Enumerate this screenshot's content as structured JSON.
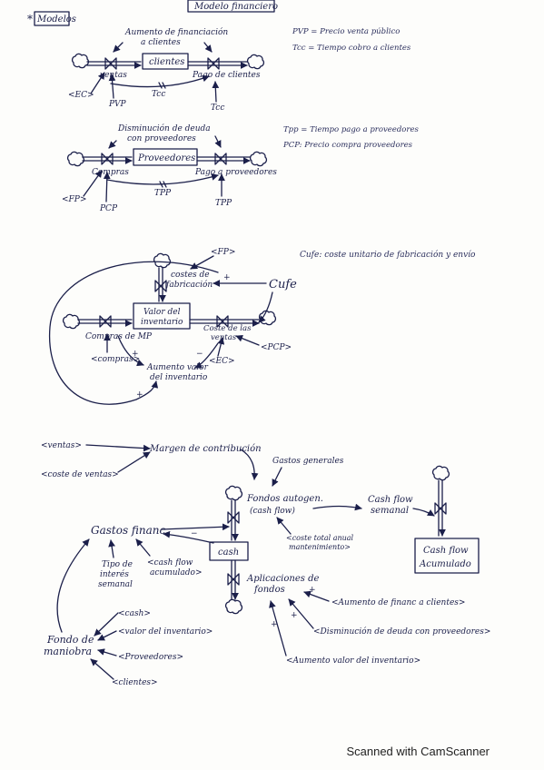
{
  "title": "Modelo financiero",
  "section_label": "Modelos",
  "section_marker": "*",
  "notes": {
    "pvp": "PVP = Precio venta público",
    "tcc": "Tcc = Tiempo cobro a clientes",
    "tpp": "Tpp = Tiempo pago a proveedores",
    "pcp": "PCP: Precio compra proveedores",
    "cufe": "Cufe: coste unitario de fabricación y envío"
  },
  "sec1": {
    "stock": "clientes",
    "inflow": "ventas",
    "outflow": "Pago de clientes",
    "top": [
      "Aumento de financiación",
      "a clientes"
    ],
    "delay": "Tcc",
    "in_ec": "<EC>",
    "in_pvp": "PVP",
    "in_tcc": "Tcc"
  },
  "sec2": {
    "stock": "Proveedores",
    "inflow": "Compras",
    "outflow": "Pago a proveedores",
    "top": [
      "Disminución de deuda",
      "con proveedores"
    ],
    "delay": "TPP",
    "in_fp": "<FP>",
    "in_pcp": "PCP",
    "in_tpp": "TPP"
  },
  "sec3": {
    "stock": [
      "Valor del",
      "inventario"
    ],
    "inflow": "Compras de MP",
    "outflow": [
      "Coste de las",
      "ventas"
    ],
    "top_flow": [
      "costes de",
      "fabricación"
    ],
    "fp": "<FP>",
    "cufe": "Cufe",
    "compras": "<compras>",
    "aumento": [
      "Aumento valor",
      "del inventario"
    ],
    "ec": "<EC>",
    "pcp": "<PCP>"
  },
  "sec4": {
    "ventas": "<ventas>",
    "coste_ventas": "<coste de ventas>",
    "margen": "Margen de contribución",
    "gastos_generales": "Gastos generales",
    "fondos_autogen": [
      "Fondos autogen.",
      "(cash flow)"
    ],
    "cash_flow_semanal": [
      "Cash flow",
      "semanal"
    ],
    "gastos_financ": "Gastos financ.",
    "tipo_interes": [
      "Tipo de",
      "interés",
      "semanal"
    ],
    "cash_flow_acumulado_ref": [
      "<cash flow",
      "acumulado>"
    ],
    "cash": "cash",
    "coste_mantenimiento": [
      "<coste total anual",
      "mantenimiento>"
    ],
    "cash_flow_acumulado": [
      "Cash flow",
      "Acumulado"
    ],
    "aplicaciones": [
      "Aplicaciones de",
      "fondos"
    ],
    "aumento_financ": "<Aumento de financ a clientes>",
    "disminucion_deuda": "<Disminución de deuda con proveedores>",
    "aumento_valor": "<Aumento valor del inventario>",
    "fondo_maniobra": [
      "Fondo de",
      "maniobra"
    ],
    "fm_inputs": [
      "<cash>",
      "<valor del inventario>",
      "<Proveedores>",
      "<clientes>"
    ]
  },
  "footer": "Scanned with CamScanner"
}
